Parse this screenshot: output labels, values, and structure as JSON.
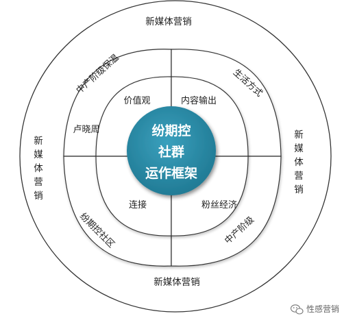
{
  "center": {
    "line1": "纷期控",
    "line2": "社群",
    "line3": "运作框架",
    "fill_color": "#2b8ca8"
  },
  "outer_ring": {
    "top": "新媒体营销",
    "bottom": "新媒体营销",
    "left": [
      "新",
      "媒",
      "体",
      "营",
      "销"
    ],
    "right": [
      "新",
      "媒",
      "体",
      "营",
      "销"
    ]
  },
  "middle_ring": {
    "top_left": "中产阶级保温",
    "top_right": "生活方式",
    "bottom_left": "纷期控社区",
    "bottom_right": "中产阶级"
  },
  "inner_ring": {
    "top_left": "价值观",
    "top_right": "内容输出",
    "left": "卢晓周",
    "bottom_left": "连接",
    "bottom_right": "粉丝经济"
  },
  "watermark": {
    "icon": "wechat-icon",
    "text": "性感营销"
  }
}
